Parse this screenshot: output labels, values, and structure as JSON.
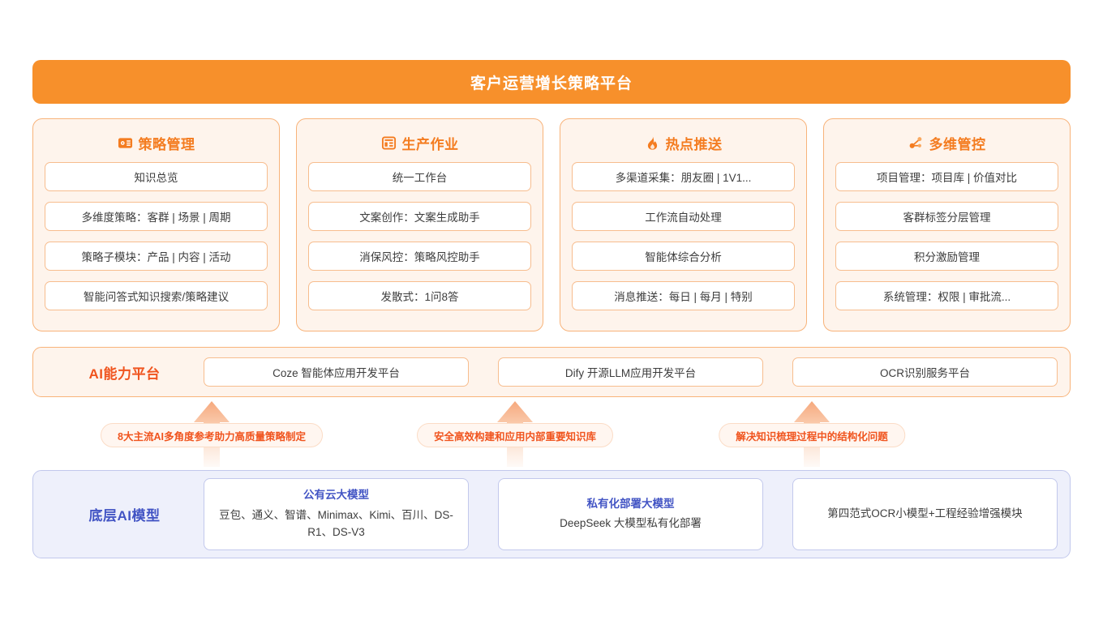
{
  "header": {
    "title": "客户运营增长策略平台",
    "bg_color": "#F7902B",
    "text_color": "#FFFFFF"
  },
  "pillars": [
    {
      "icon": "id-card-list-icon",
      "title": "策略管理",
      "items": [
        "知识总览",
        "多维度策略：客群 | 场景 | 周期",
        "策略子模块：产品 | 内容 | 活动",
        "智能问答式知识搜索/策略建议"
      ]
    },
    {
      "icon": "production-panel-icon",
      "title": "生产作业",
      "items": [
        "统一工作台",
        "文案创作：文案生成助手",
        "消保风控：策略风控助手",
        "发散式：1问8答"
      ]
    },
    {
      "icon": "flame-icon",
      "title": "热点推送",
      "items": [
        "多渠道采集：朋友圈 | 1V1...",
        "工作流自动处理",
        "智能体综合分析",
        "消息推送：每日 | 每月 | 特别"
      ]
    },
    {
      "icon": "network-nodes-icon",
      "title": "多维管控",
      "items": [
        "项目管理：项目库 | 价值对比",
        "客群标签分层管理",
        "积分激励管理",
        "系统管理：权限 | 审批流..."
      ]
    }
  ],
  "ai_platform": {
    "label": "AI能力平台",
    "label_color": "#F0541E",
    "boxes": [
      "Coze 智能体应用开发平台",
      "Dify 开源LLM应用开发平台",
      "OCR识别服务平台"
    ]
  },
  "connectors": [
    {
      "note": "8大主流AI多角度参考助力高质量策略制定"
    },
    {
      "note": "安全高效构建和应用内部重要知识库"
    },
    {
      "note": "解决知识梳理过程中的结构化问题"
    }
  ],
  "foundation_models": {
    "label": "底层AI模型",
    "label_color": "#4254C4",
    "boxes": [
      {
        "title": "公有云大模型",
        "desc": "豆包、通义、智谱、Minimax、Kimi、百川、DS-R1、DS-V3"
      },
      {
        "title": "私有化部署大模型",
        "desc": "DeepSeek 大模型私有化部署"
      },
      {
        "title": "",
        "desc": "第四范式OCR小模型+工程经验增强模块"
      }
    ]
  },
  "colors": {
    "orange_primary": "#F7902B",
    "orange_accent": "#F0541E",
    "orange_border": "#F8B37A",
    "orange_card_bg": "#FEF4EC",
    "blue_accent": "#4254C4",
    "blue_border": "#C2C8EC",
    "blue_band_bg": "#EEF0FB"
  }
}
